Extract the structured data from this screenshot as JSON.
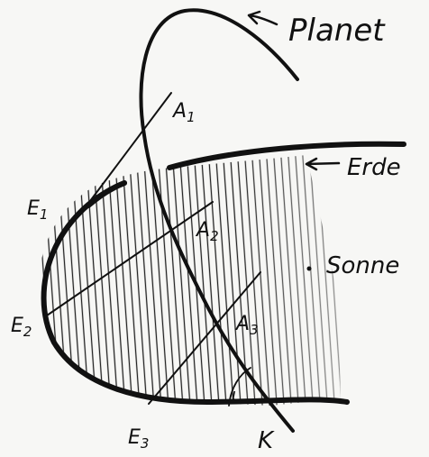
{
  "labels": {
    "planet": "Planet",
    "earth": "Erde",
    "sun": "Sonne",
    "e1": {
      "base": "E",
      "sub": "1"
    },
    "e2": {
      "base": "E",
      "sub": "2"
    },
    "e3": {
      "base": "E",
      "sub": "3"
    },
    "a1": {
      "base": "A",
      "sub": "1"
    },
    "a2": {
      "base": "A",
      "sub": "2"
    },
    "a3": {
      "base": "A",
      "sub": "3"
    },
    "k": "K",
    "angle": "ι"
  }
}
